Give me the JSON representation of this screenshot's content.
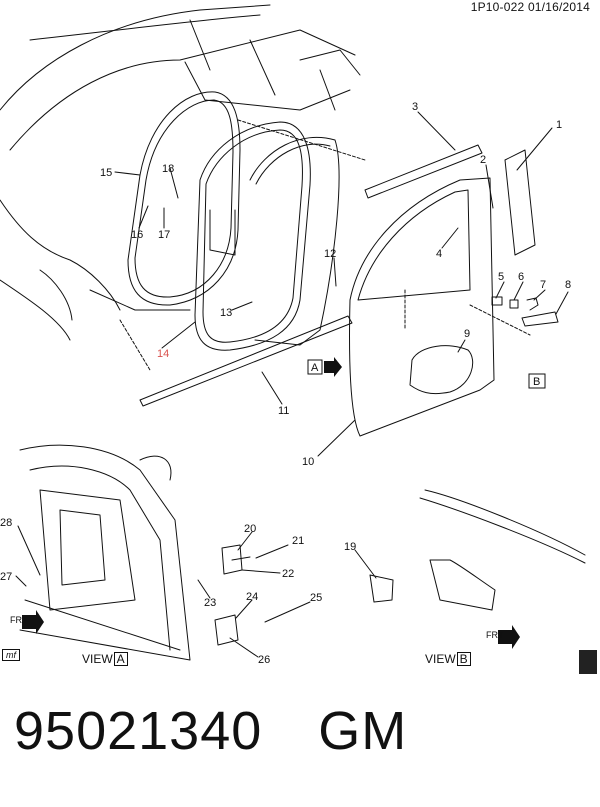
{
  "header": {
    "doc_id": "1P10-022",
    "date": "01/16/2014"
  },
  "callouts": {
    "c1": "1",
    "c2": "2",
    "c3": "3",
    "c4": "4",
    "c5": "5",
    "c6": "6",
    "c7": "7",
    "c8": "8",
    "c9": "9",
    "c10": "10",
    "c11": "11",
    "c12": "12",
    "c13": "13",
    "c14": "14",
    "c15": "15",
    "c16": "16",
    "c17": "17",
    "c18": "18",
    "c19": "19",
    "c20": "20",
    "c21": "21",
    "c22": "22",
    "c23": "23",
    "c24": "24",
    "c25": "25",
    "c26": "26",
    "c27": "27",
    "c28": "28"
  },
  "view_refs": {
    "a": "A",
    "b": "B"
  },
  "views": {
    "view_word": "VIEW",
    "a_letter": "A",
    "b_letter": "B"
  },
  "frt_label": "FRT",
  "mf_tag": "mf",
  "gm_badge": "GM",
  "footer": {
    "part_number": "95021340",
    "brand": "GM"
  },
  "colors": {
    "line": "#111111",
    "highlight": "#d9534f",
    "background": "#ffffff"
  }
}
